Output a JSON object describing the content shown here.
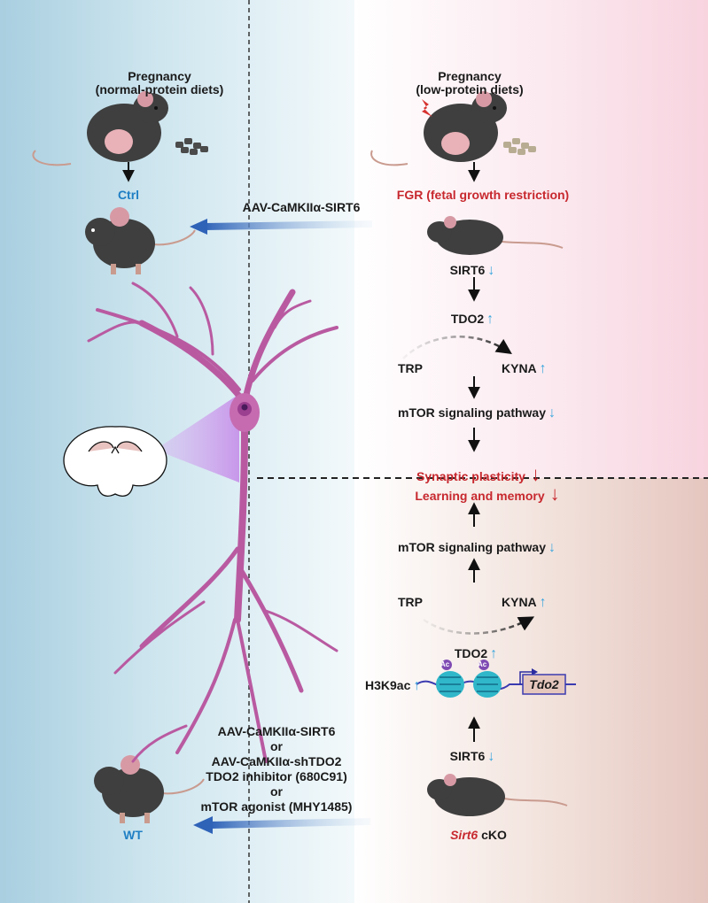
{
  "top_left": {
    "title_line1": "Pregnancy",
    "title_line2": "(normal-protein diets)",
    "ctrl_label": "Ctrl"
  },
  "top_right": {
    "title_line1": "Pregnancy",
    "title_line2": "(low-protein diets)",
    "fgr_label": "FGR (fetal growth restriction)"
  },
  "treatment_top": "AAV-CaMKIIα-SIRT6",
  "upper_pathway": {
    "sirt6": "SIRT6",
    "tdo2": "TDO2",
    "trp": "TRP",
    "kyna": "KYNA",
    "mtor": "mTOR signaling pathway"
  },
  "outcome": {
    "line1": "Synaptic plasticity",
    "line2": "Learning and memory"
  },
  "lower_pathway": {
    "mtor": "mTOR signaling pathway",
    "trp": "TRP",
    "kyna": "KYNA",
    "tdo2": "TDO2",
    "h3k9ac": "H3K9ac",
    "ac_mark": "Ac",
    "gene": "Tdo2",
    "sirt6": "SIRT6",
    "cko_gene": "Sirt6",
    "cko_suffix": " cKO"
  },
  "treatments_bottom": [
    "AAV-CaMKIIα-SIRT6",
    "or",
    "AAV-CaMKIIα-shTDO2",
    "TDO2 inhibitor (680C91)",
    "or",
    "mTOR agonist (MHY1485)"
  ],
  "wt_label": "WT",
  "colors": {
    "red": "#c7282e",
    "blue": "#1f7fc4",
    "arrow_blue": "#3aa6dd",
    "neuron": "#c66bb0",
    "mouse": "#3f3f3f"
  }
}
